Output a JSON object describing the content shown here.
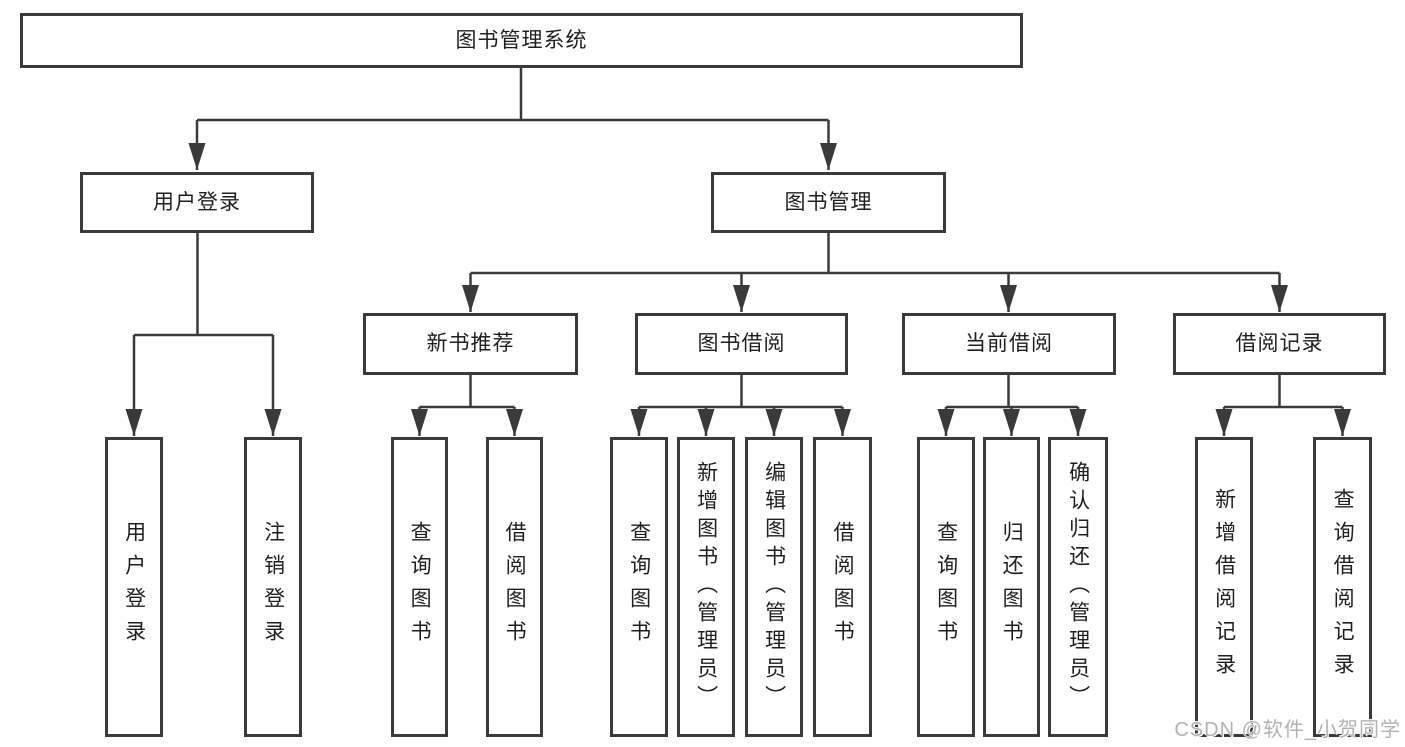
{
  "diagram": {
    "kind": "function-structure-tree",
    "line_color": "#3a3a3a",
    "box_fill": "#ffffff",
    "text_color": "#1f1f1f"
  },
  "tree": {
    "label": "图书管理系统",
    "children": [
      {
        "label": "用户登录",
        "children": [
          {
            "label": "用户登录"
          },
          {
            "label": "注销登录"
          }
        ]
      },
      {
        "label": "图书管理",
        "children": [
          {
            "label": "新书推荐",
            "children": [
              {
                "label": "查询图书"
              },
              {
                "label": "借阅图书"
              }
            ]
          },
          {
            "label": "图书借阅",
            "children": [
              {
                "label": "查询图书"
              },
              {
                "label": "新增图书（管理员）"
              },
              {
                "label": "编辑图书（管理员）"
              },
              {
                "label": "借阅图书"
              }
            ]
          },
          {
            "label": "当前借阅",
            "children": [
              {
                "label": "查询图书"
              },
              {
                "label": "归还图书"
              },
              {
                "label": "确认归还（管理员）"
              }
            ]
          },
          {
            "label": "借阅记录",
            "children": [
              {
                "label": "新增借阅记录"
              },
              {
                "label": "查询借阅记录"
              }
            ]
          }
        ]
      }
    ]
  },
  "watermark": {
    "text": "CSDN @软件_小贺同学"
  }
}
